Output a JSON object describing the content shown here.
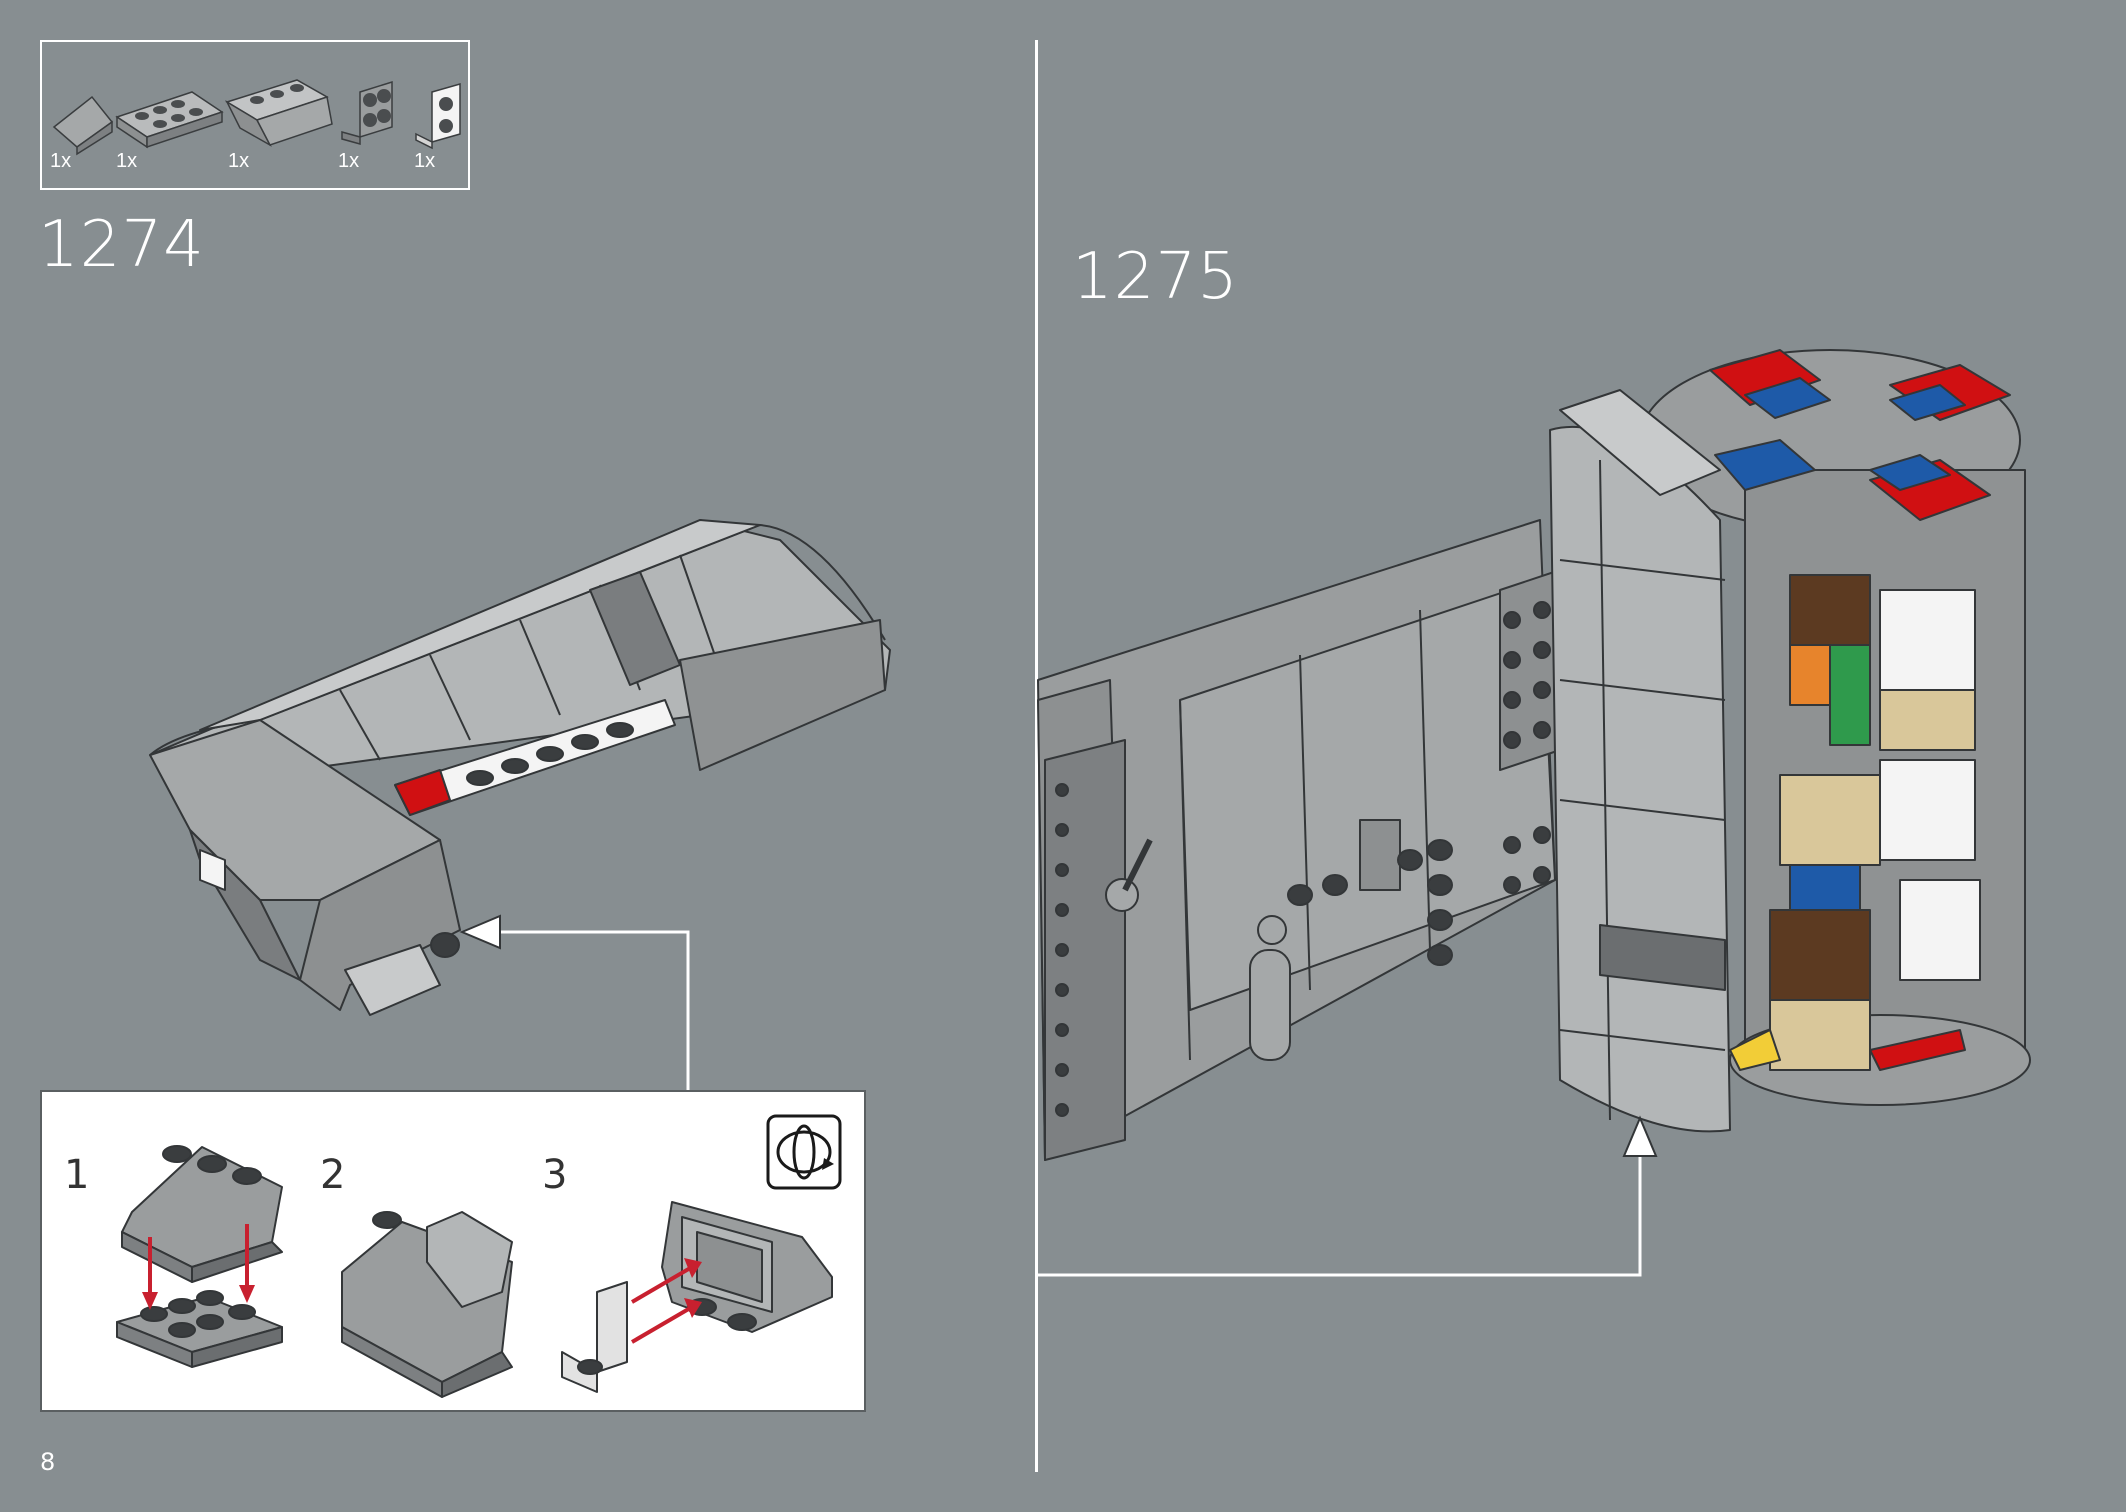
{
  "parts_list": {
    "quantities": [
      "1x",
      "1x",
      "1x",
      "1x",
      "1x"
    ]
  },
  "steps": {
    "left_step": "1274",
    "right_step": "1275"
  },
  "sub_build": {
    "step_labels": [
      "1",
      "2",
      "3"
    ]
  },
  "page_number": "8",
  "colors": {
    "background": "#878e91",
    "brick_gray": "#a5a8a9",
    "brick_dark": "#6b6e70",
    "arrow_red": "#c8202f",
    "red": "#d01012",
    "blue": "#1e5aa8",
    "white": "#f4f4f4",
    "tan": "#d9c79a",
    "brown": "#5c3a21",
    "green": "#2f9a4c",
    "yellow": "#f2cd37",
    "orange": "#e7842c"
  },
  "icons": [
    "rotate-model-icon",
    "callout-arrow-icon"
  ]
}
